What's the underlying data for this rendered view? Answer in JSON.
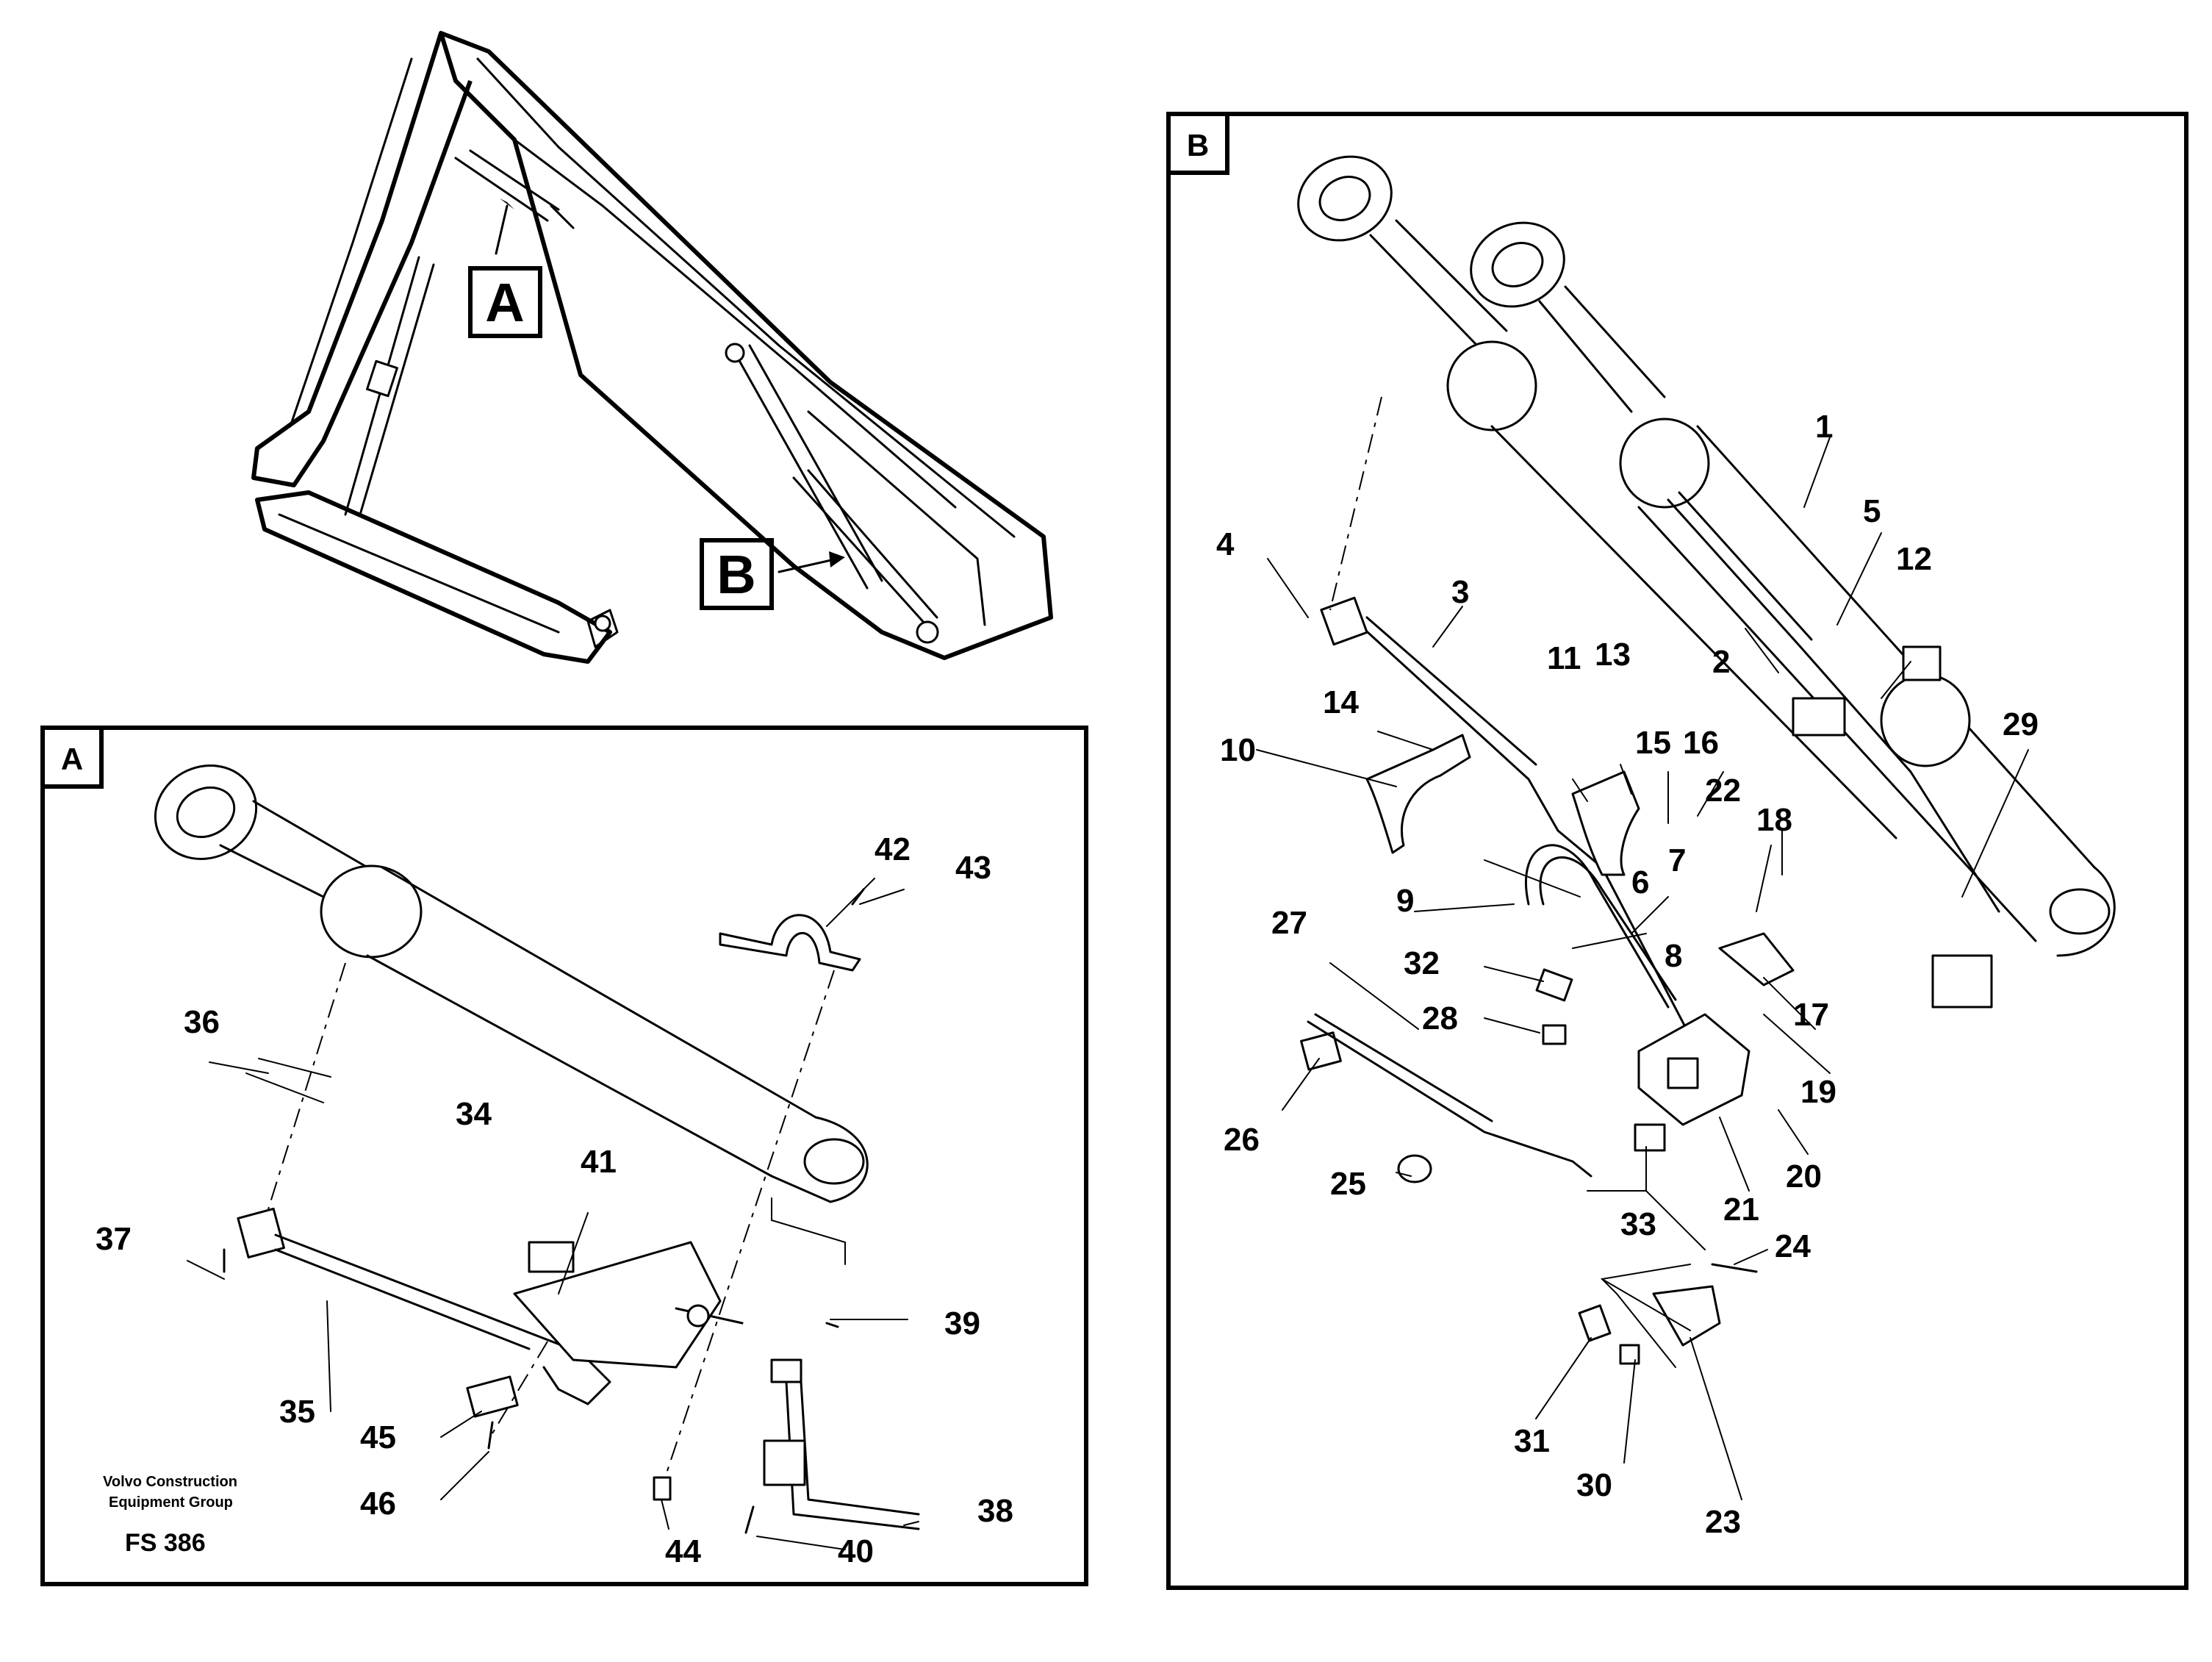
{
  "callouts": {
    "a": "A",
    "b": "B"
  },
  "panel_a": {
    "tag": "A"
  },
  "panel_b": {
    "tag": "B"
  },
  "footer": {
    "company_line1": "Volvo Construction",
    "company_line2": "Equipment Group",
    "figure_code": "FS 386"
  },
  "labels_b": [
    "1",
    "2",
    "3",
    "4",
    "5",
    "6",
    "7",
    "8",
    "9",
    "10",
    "11",
    "12",
    "13",
    "14",
    "15",
    "16",
    "17",
    "18",
    "19",
    "20",
    "21",
    "22",
    "23",
    "24",
    "25",
    "26",
    "27",
    "28",
    "29",
    "30",
    "31",
    "32",
    "33"
  ],
  "labels_a": [
    "34",
    "35",
    "36",
    "37",
    "38",
    "39",
    "40",
    "41",
    "42",
    "43",
    "44",
    "45",
    "46"
  ]
}
